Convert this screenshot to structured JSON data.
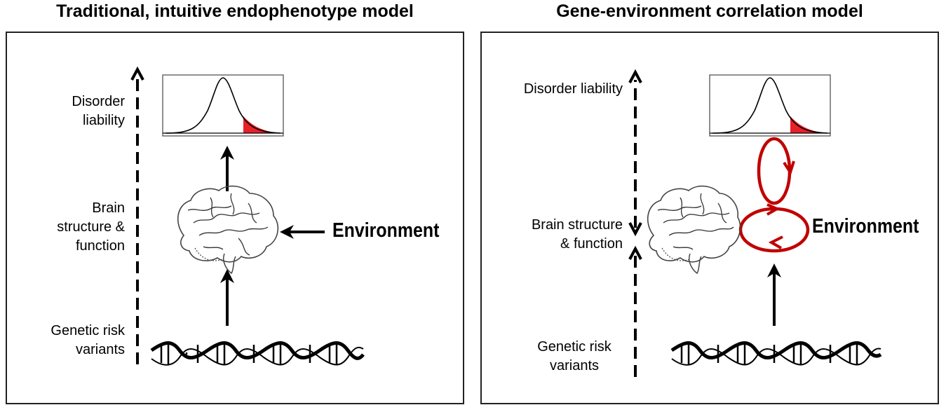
{
  "panels": [
    {
      "title": "Traditional, intuitive endophenotype model",
      "labels": {
        "disorder_liability": [
          "Disorder",
          "liability"
        ],
        "brain": [
          "Brain",
          "structure &",
          "function"
        ],
        "genetic": [
          "Genetic risk",
          "variants"
        ],
        "environment": "Environment"
      }
    },
    {
      "title": "Gene-environment correlation model",
      "labels": {
        "disorder_liability": [
          "Disorder liability"
        ],
        "brain": [
          "Brain structure",
          "& function"
        ],
        "genetic": [
          "Genetic risk",
          "variants"
        ],
        "environment": "Environment"
      }
    }
  ],
  "colors": {
    "feedback_loop": "#c00000",
    "tail_fill": "#e8202a",
    "stroke": "#000000"
  }
}
